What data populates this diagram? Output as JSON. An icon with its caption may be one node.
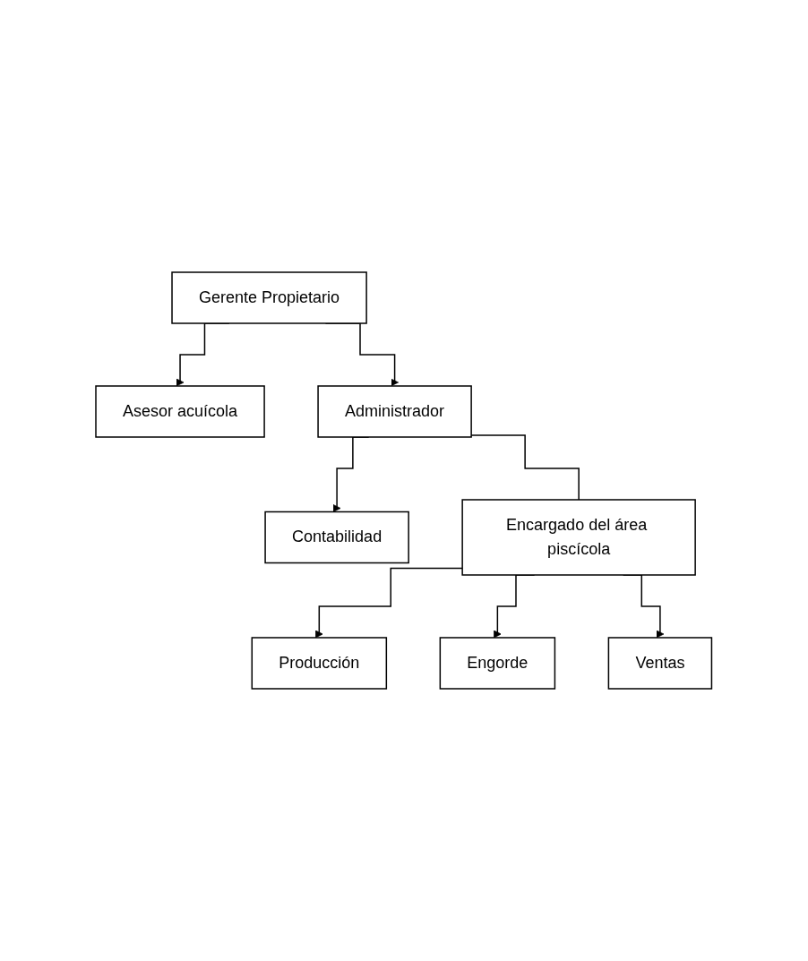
{
  "diagram": {
    "nodes": [
      {
        "text": [
          "Gerente Propietario"
        ]
      },
      {
        "text": [
          "Asesor acuícola"
        ]
      },
      {
        "text": [
          "Administrador"
        ]
      },
      {
        "text": [
          "Contabilidad"
        ]
      },
      {
        "text": [
          "Encargado del área piscícola"
        ]
      },
      {
        "text": [
          "Producción"
        ]
      },
      {
        "text": [
          "Engorde"
        ]
      },
      {
        "text": [
          "Ventas"
        ]
      }
    ],
    "edges": [
      {
        "from": 0,
        "to": 1,
        "arrow": "to"
      },
      {
        "from": 0,
        "to": 2,
        "arrow": "to"
      },
      {
        "from": 2,
        "to": 3,
        "arrow": "to"
      },
      {
        "from": 2,
        "to": 4,
        "arrow": "none"
      },
      {
        "from": 4,
        "to": 5,
        "arrow": "to"
      },
      {
        "from": 4,
        "to": 6,
        "arrow": "to"
      },
      {
        "from": 4,
        "to": 7,
        "arrow": "to"
      }
    ]
  }
}
